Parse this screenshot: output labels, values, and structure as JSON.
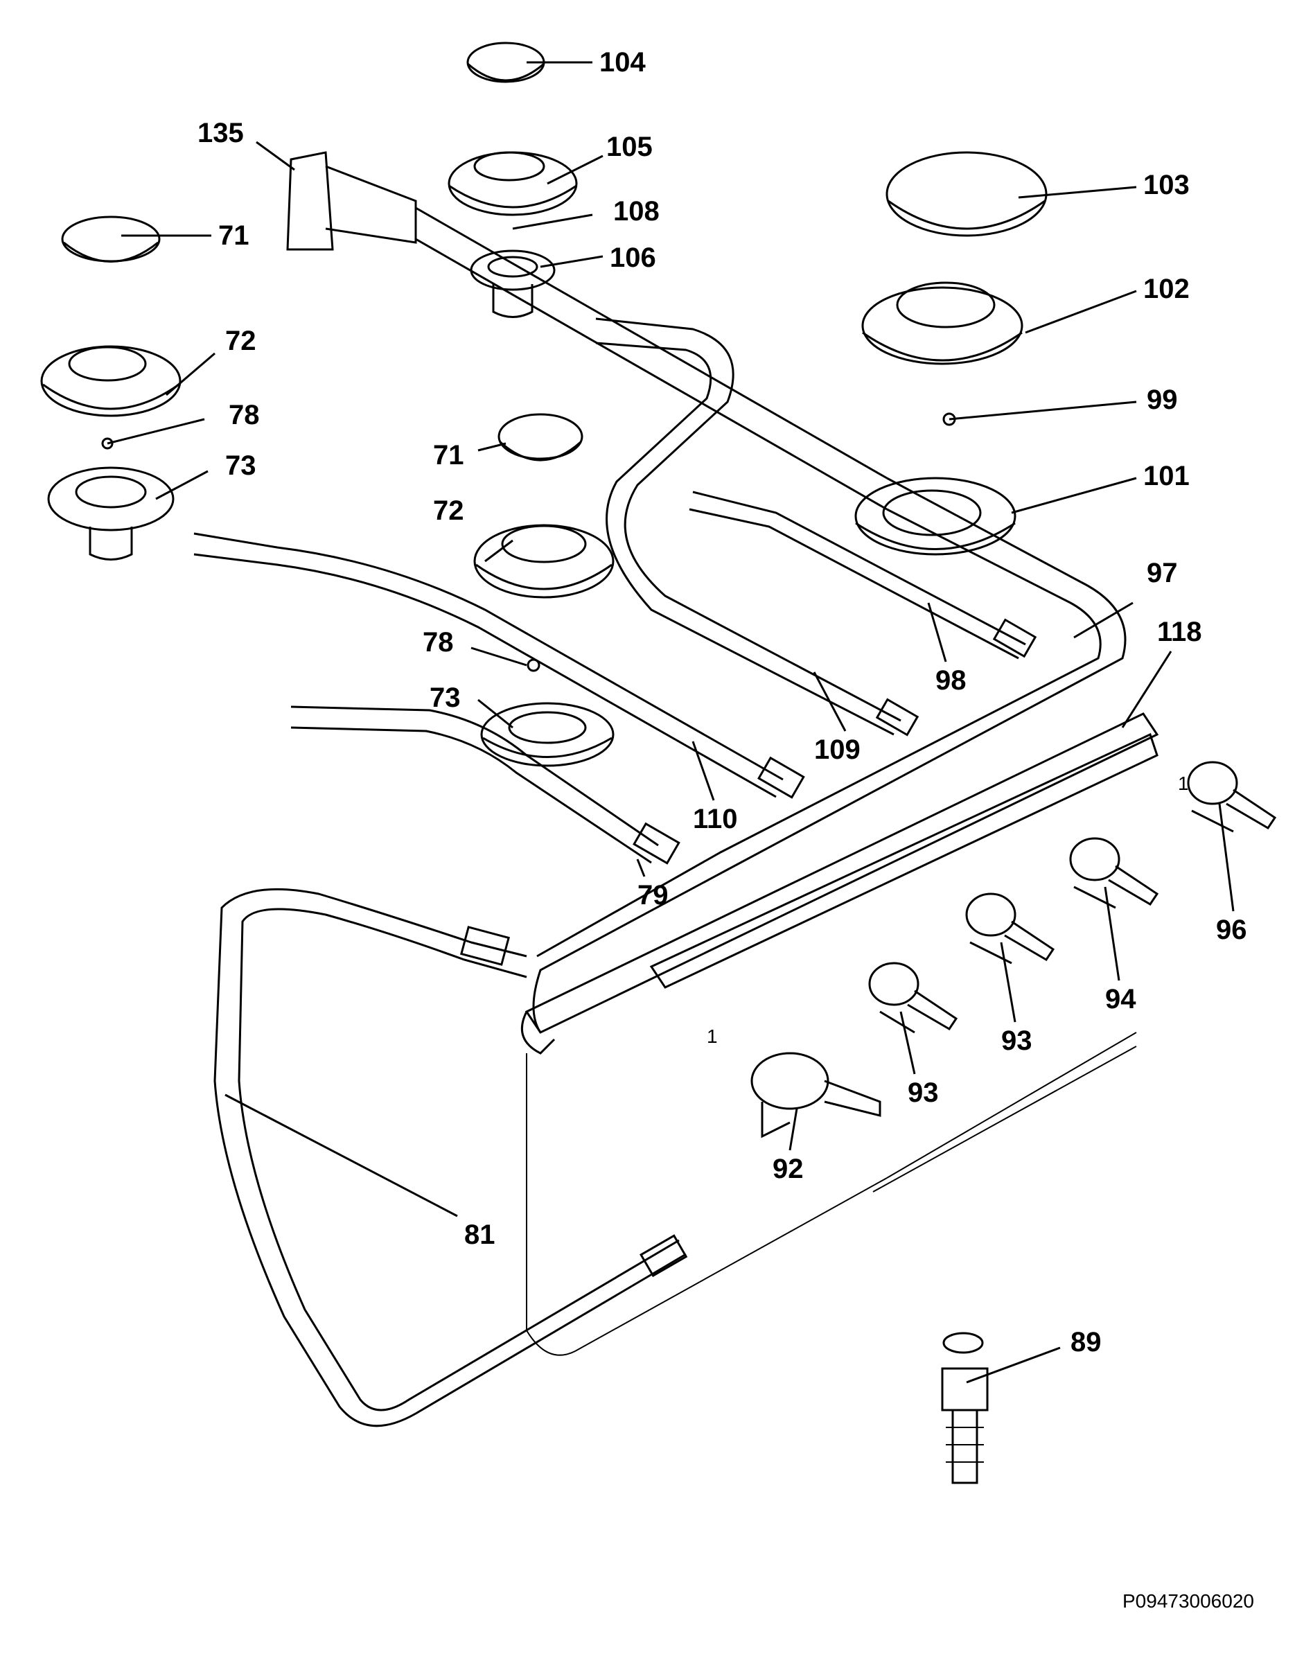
{
  "diagram": {
    "drawing_code": "P09473006020",
    "labels": {
      "l104": "104",
      "l135": "135",
      "l105": "105",
      "l103": "103",
      "l108": "108",
      "l71a": "71",
      "l106": "106",
      "l102": "102",
      "l72a": "72",
      "l78a": "78",
      "l99": "99",
      "l73a": "73",
      "l71b": "71",
      "l101": "101",
      "l72b": "72",
      "l97": "97",
      "l118": "118",
      "l78b": "78",
      "l98": "98",
      "l73b": "73",
      "l109": "109",
      "l110": "110",
      "l79": "79",
      "l96": "96",
      "l94": "94",
      "l93a": "93",
      "l93b": "93",
      "l92": "92",
      "l81": "81",
      "l89": "89",
      "t1a": "1",
      "t1b": "1"
    }
  }
}
